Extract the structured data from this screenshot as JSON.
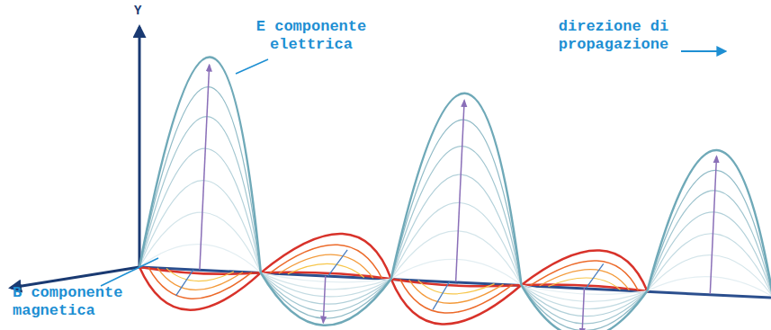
{
  "diagram": {
    "labels": [
      "Y",
      "E componente elettrica",
      "direzione di propagazione",
      "B componente magnetica"
    ]
  }
}
